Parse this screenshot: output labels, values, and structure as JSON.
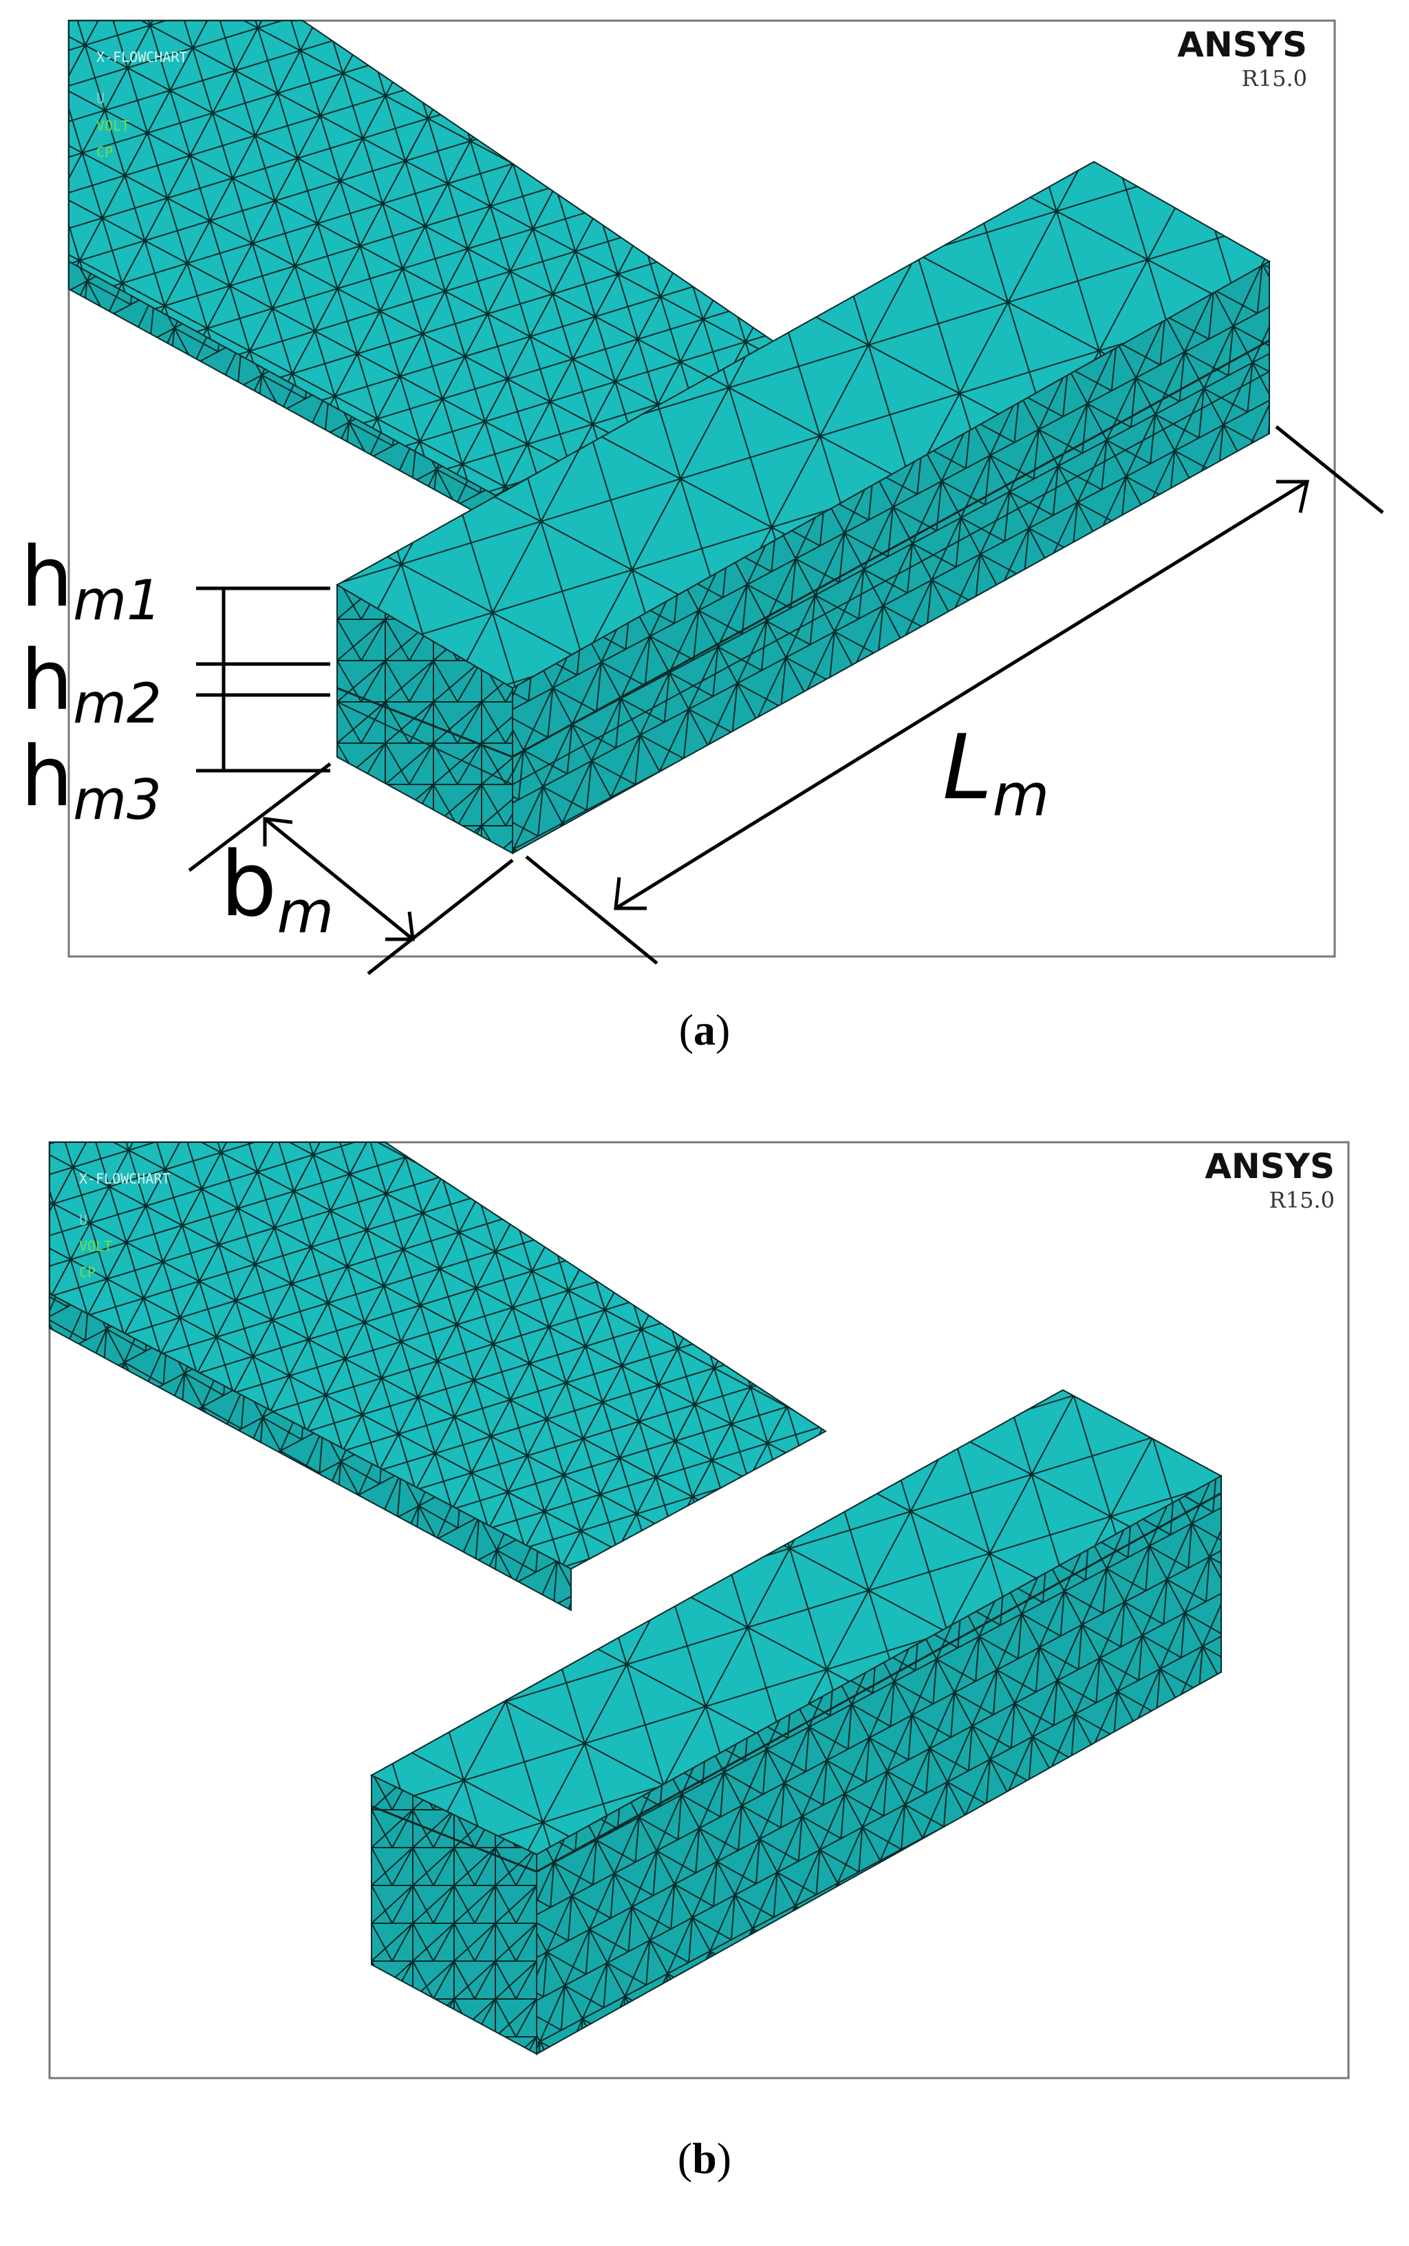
{
  "panels": [
    {
      "id": "a",
      "caption_label": "a",
      "brand": "ANSYS",
      "version": "R15.0",
      "legend": [
        "X-FLOWCHART",
        "U",
        "VOLT",
        "CP"
      ],
      "dimension_labels": {
        "h1_base": "h",
        "h1_sub": "m1",
        "h2_base": "h",
        "h2_sub": "m2",
        "h3_base": "h",
        "h3_sub": "m3",
        "b_base": "b",
        "b_sub": "m",
        "L_base": "L",
        "L_sub": "m"
      }
    },
    {
      "id": "b",
      "caption_label": "b",
      "brand": "ANSYS",
      "version": "R15.0",
      "legend": [
        "X-FLOWCHART",
        "U",
        "VOLT",
        "CP"
      ]
    }
  ],
  "colors": {
    "mesh_fill": "#1bbcbc",
    "mesh_side": "#17a9a9",
    "mesh_line": "#0a2a2a",
    "frame": "#777777",
    "legend_green": "#6fe04a",
    "legend_cyan": "#7fd6d6"
  }
}
